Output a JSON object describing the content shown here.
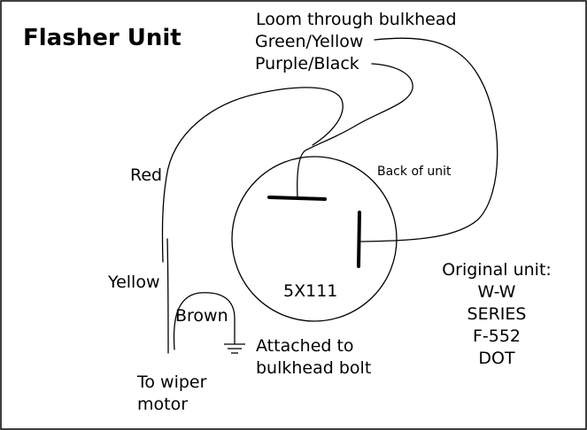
{
  "title": "Flasher Unit",
  "loom": {
    "heading": "Loom through bulkhead",
    "wire1": "Green/Yellow",
    "wire2": "Purple/Black"
  },
  "back_of_unit": "Back of unit",
  "unit_code": "5X111",
  "wires": {
    "red": "Red",
    "yellow": "Yellow",
    "brown": "Brown"
  },
  "ground": {
    "line1": "Attached to",
    "line2": "bulkhead bolt"
  },
  "wiper": {
    "line1": "To wiper",
    "line2": "motor"
  },
  "original_unit": {
    "line1": "Original unit:",
    "line2": "W-W",
    "line3": "SERIES",
    "line4": "F-552",
    "line5": "DOT"
  }
}
